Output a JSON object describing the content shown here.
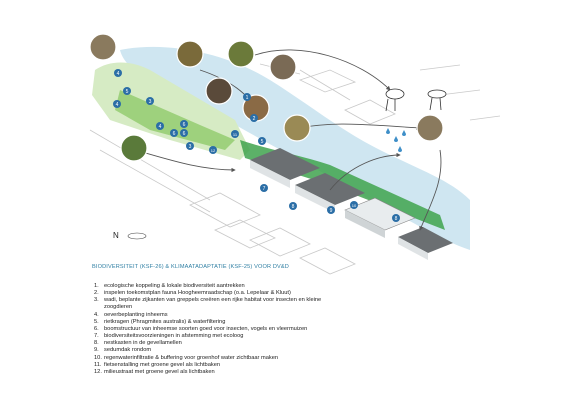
{
  "caption": "BIODIVERSITEIT (KSF-26) & KLIMAATADAPTATIE (KSF-25) VOOR DV&D",
  "north_label": "N",
  "colors": {
    "water": "#cfe6f1",
    "green_light": "#d6ebc4",
    "green_mid": "#9ed17d",
    "green_dark": "#3fa34d",
    "marker": "#2b6ea6",
    "roof": "#6b6f72",
    "arrow": "#555555",
    "caption": "#2f7fa3"
  },
  "markers": [
    "1",
    "2",
    "3",
    "4",
    "5",
    "6",
    "7",
    "8",
    "9",
    "10",
    "11",
    "12"
  ],
  "legend": [
    {
      "num": "1.",
      "text": "ecologische koppeling & lokale biodiversiteit aantrekken"
    },
    {
      "num": "2.",
      "text": "inspelen toekomstplan fauna Hoogheemraadschap (o.a. Lepelaar & Kluut)"
    },
    {
      "num": "3.",
      "text": "wadi, beplante zijkanten van greppels creëren een rijke habitat voor insecten en kleine zoogdieren"
    },
    {
      "num": "4.",
      "text": "oeverbeplanting inheems"
    },
    {
      "num": "5.",
      "text": "rietkragen (Phragmites australis) & waterfiltering"
    },
    {
      "num": "6.",
      "text": "boomstructuur van inheemse soorten goed voor insecten, vogels en vleermuizen"
    },
    {
      "num": "7.",
      "text": "biodiversiteitsvoorzieningen in afstemming met ecoloog"
    },
    {
      "num": "8.",
      "text": "nestkasten in de gevellamellen"
    },
    {
      "num": "9.",
      "text": "sedumdak rondom"
    },
    {
      "num": "10.",
      "text": "regenwaterinfiltratie & buffering voor groenhof water zichtbaar maken"
    },
    {
      "num": "11.",
      "text": "fietsenstalling met groene gevel als lichtbaken"
    },
    {
      "num": "12.",
      "text": "milieustraat met groene gevel als lichtbaken"
    }
  ]
}
